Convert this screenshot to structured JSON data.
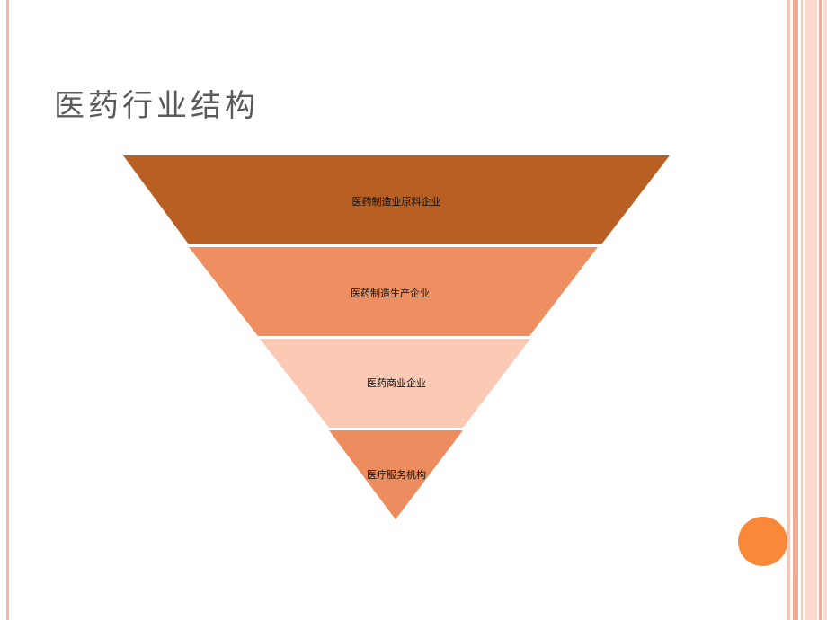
{
  "slide": {
    "title": "医药行业结构"
  },
  "pyramid": {
    "levels": [
      {
        "label": "医药制造业原料企业",
        "color": "#b86023"
      },
      {
        "label": "医药制造生产企业",
        "color": "#ed8f60"
      },
      {
        "label": "医药商业企业",
        "color": "#fcc9b5"
      },
      {
        "label": "医疗服务机构",
        "color": "#ed8c5e"
      }
    ]
  },
  "colors": {
    "accent_circle": "#fa8839",
    "border_stripe": "#f3a98f",
    "title_text": "#5a5a5a"
  }
}
